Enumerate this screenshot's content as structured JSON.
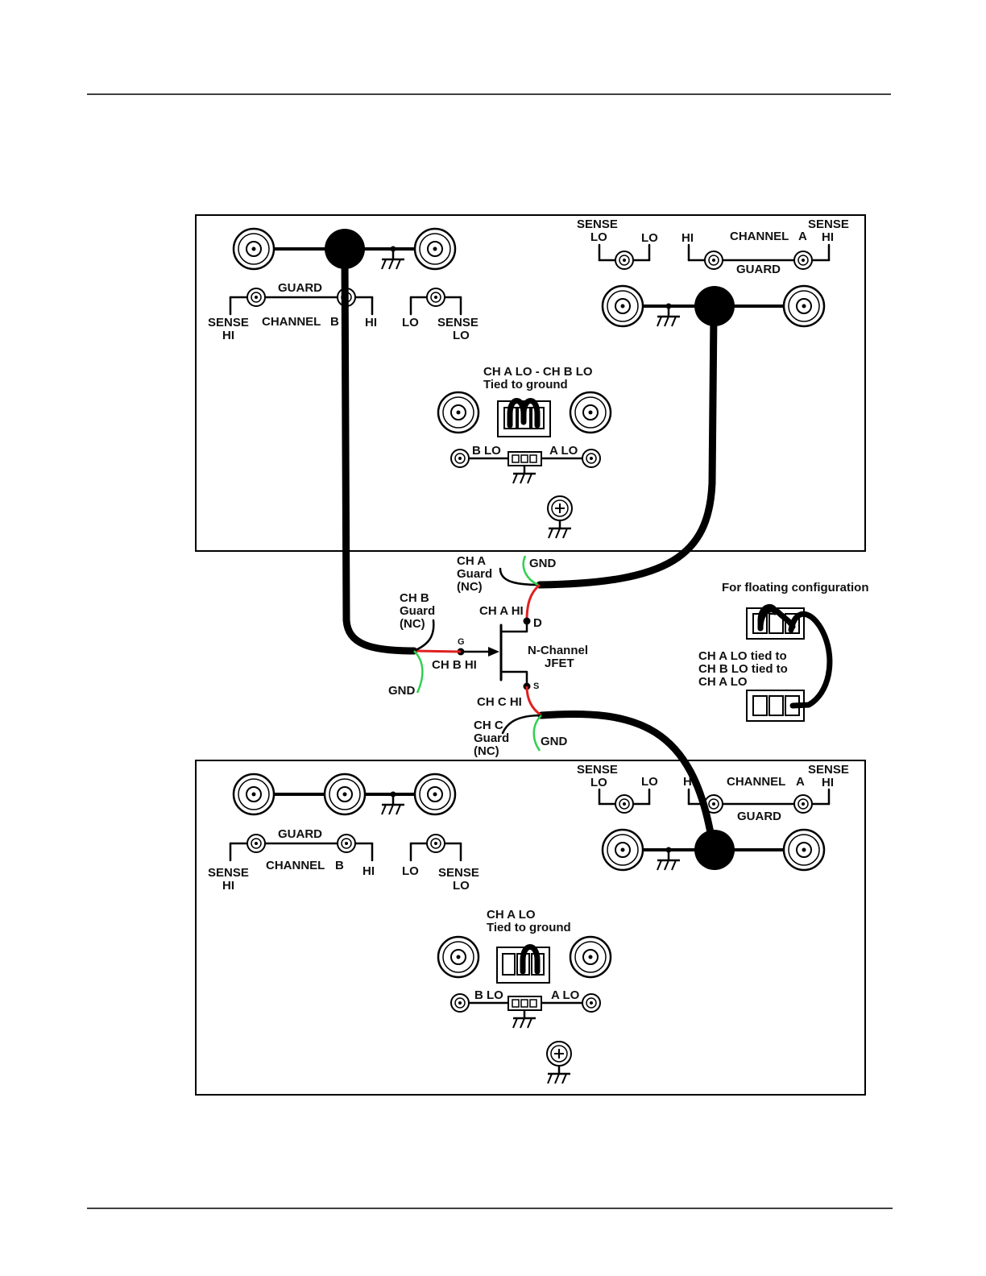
{
  "colors": {
    "ink": "#000000",
    "hi_lead": "#e02020",
    "gnd_lead": "#30d050"
  },
  "unit_top": {
    "sense_lo": [
      "SENSE",
      "LO"
    ],
    "lo": "LO",
    "hi_a": "HI",
    "channel_a": "CHANNEL",
    "a": "A",
    "sense_hi_a": [
      "SENSE",
      "HI"
    ],
    "guard_a": "GUARD",
    "guard_b": "GUARD",
    "sense_hi_b": [
      "SENSE",
      "HI"
    ],
    "channel_b": "CHANNEL",
    "b": "B",
    "hi_b": "HI",
    "lo_b": "LO",
    "sense_lo_b": [
      "SENSE",
      "LO"
    ],
    "jumper_note": [
      "CH A LO - CH B LO",
      "Tied to ground"
    ],
    "b_lo": "B  LO",
    "a_lo": "A  LO"
  },
  "unit_bottom": {
    "sense_lo": [
      "SENSE",
      "LO"
    ],
    "lo": "LO",
    "hi_a": "HI",
    "channel_a": "CHANNEL",
    "a": "A",
    "sense_hi_a": [
      "SENSE",
      "HI"
    ],
    "guard_a": "GUARD",
    "guard_b": "GUARD",
    "sense_hi_b": [
      "SENSE",
      "HI"
    ],
    "channel_b": "CHANNEL",
    "b": "B",
    "hi_b": "HI",
    "lo_b": "LO",
    "sense_lo_b": [
      "SENSE",
      "LO"
    ],
    "jumper_note": [
      "CH A LO",
      "Tied to ground"
    ],
    "b_lo": "B  LO",
    "a_lo": "A  LO"
  },
  "jfet": {
    "ch_a_guard": [
      "CH A",
      "Guard",
      "(NC)"
    ],
    "gnd_a": "GND",
    "ch_a_hi": "CH A HI",
    "drain": "D",
    "ch_b_guard": [
      "CH B",
      "Guard",
      "(NC)"
    ],
    "gate": "G",
    "ch_b_hi": "CH B HI",
    "gnd_b": "GND",
    "device": [
      "N-Channel",
      "JFET"
    ],
    "source": "S",
    "ch_c_hi": "CH C HI",
    "ch_c_guard": [
      "CH C",
      "Guard",
      "(NC)"
    ],
    "gnd_c": "GND"
  },
  "floating": {
    "title": "For floating configuration",
    "note": [
      "CH A LO tied to",
      "CH B LO tied to",
      "CH A LO"
    ]
  }
}
